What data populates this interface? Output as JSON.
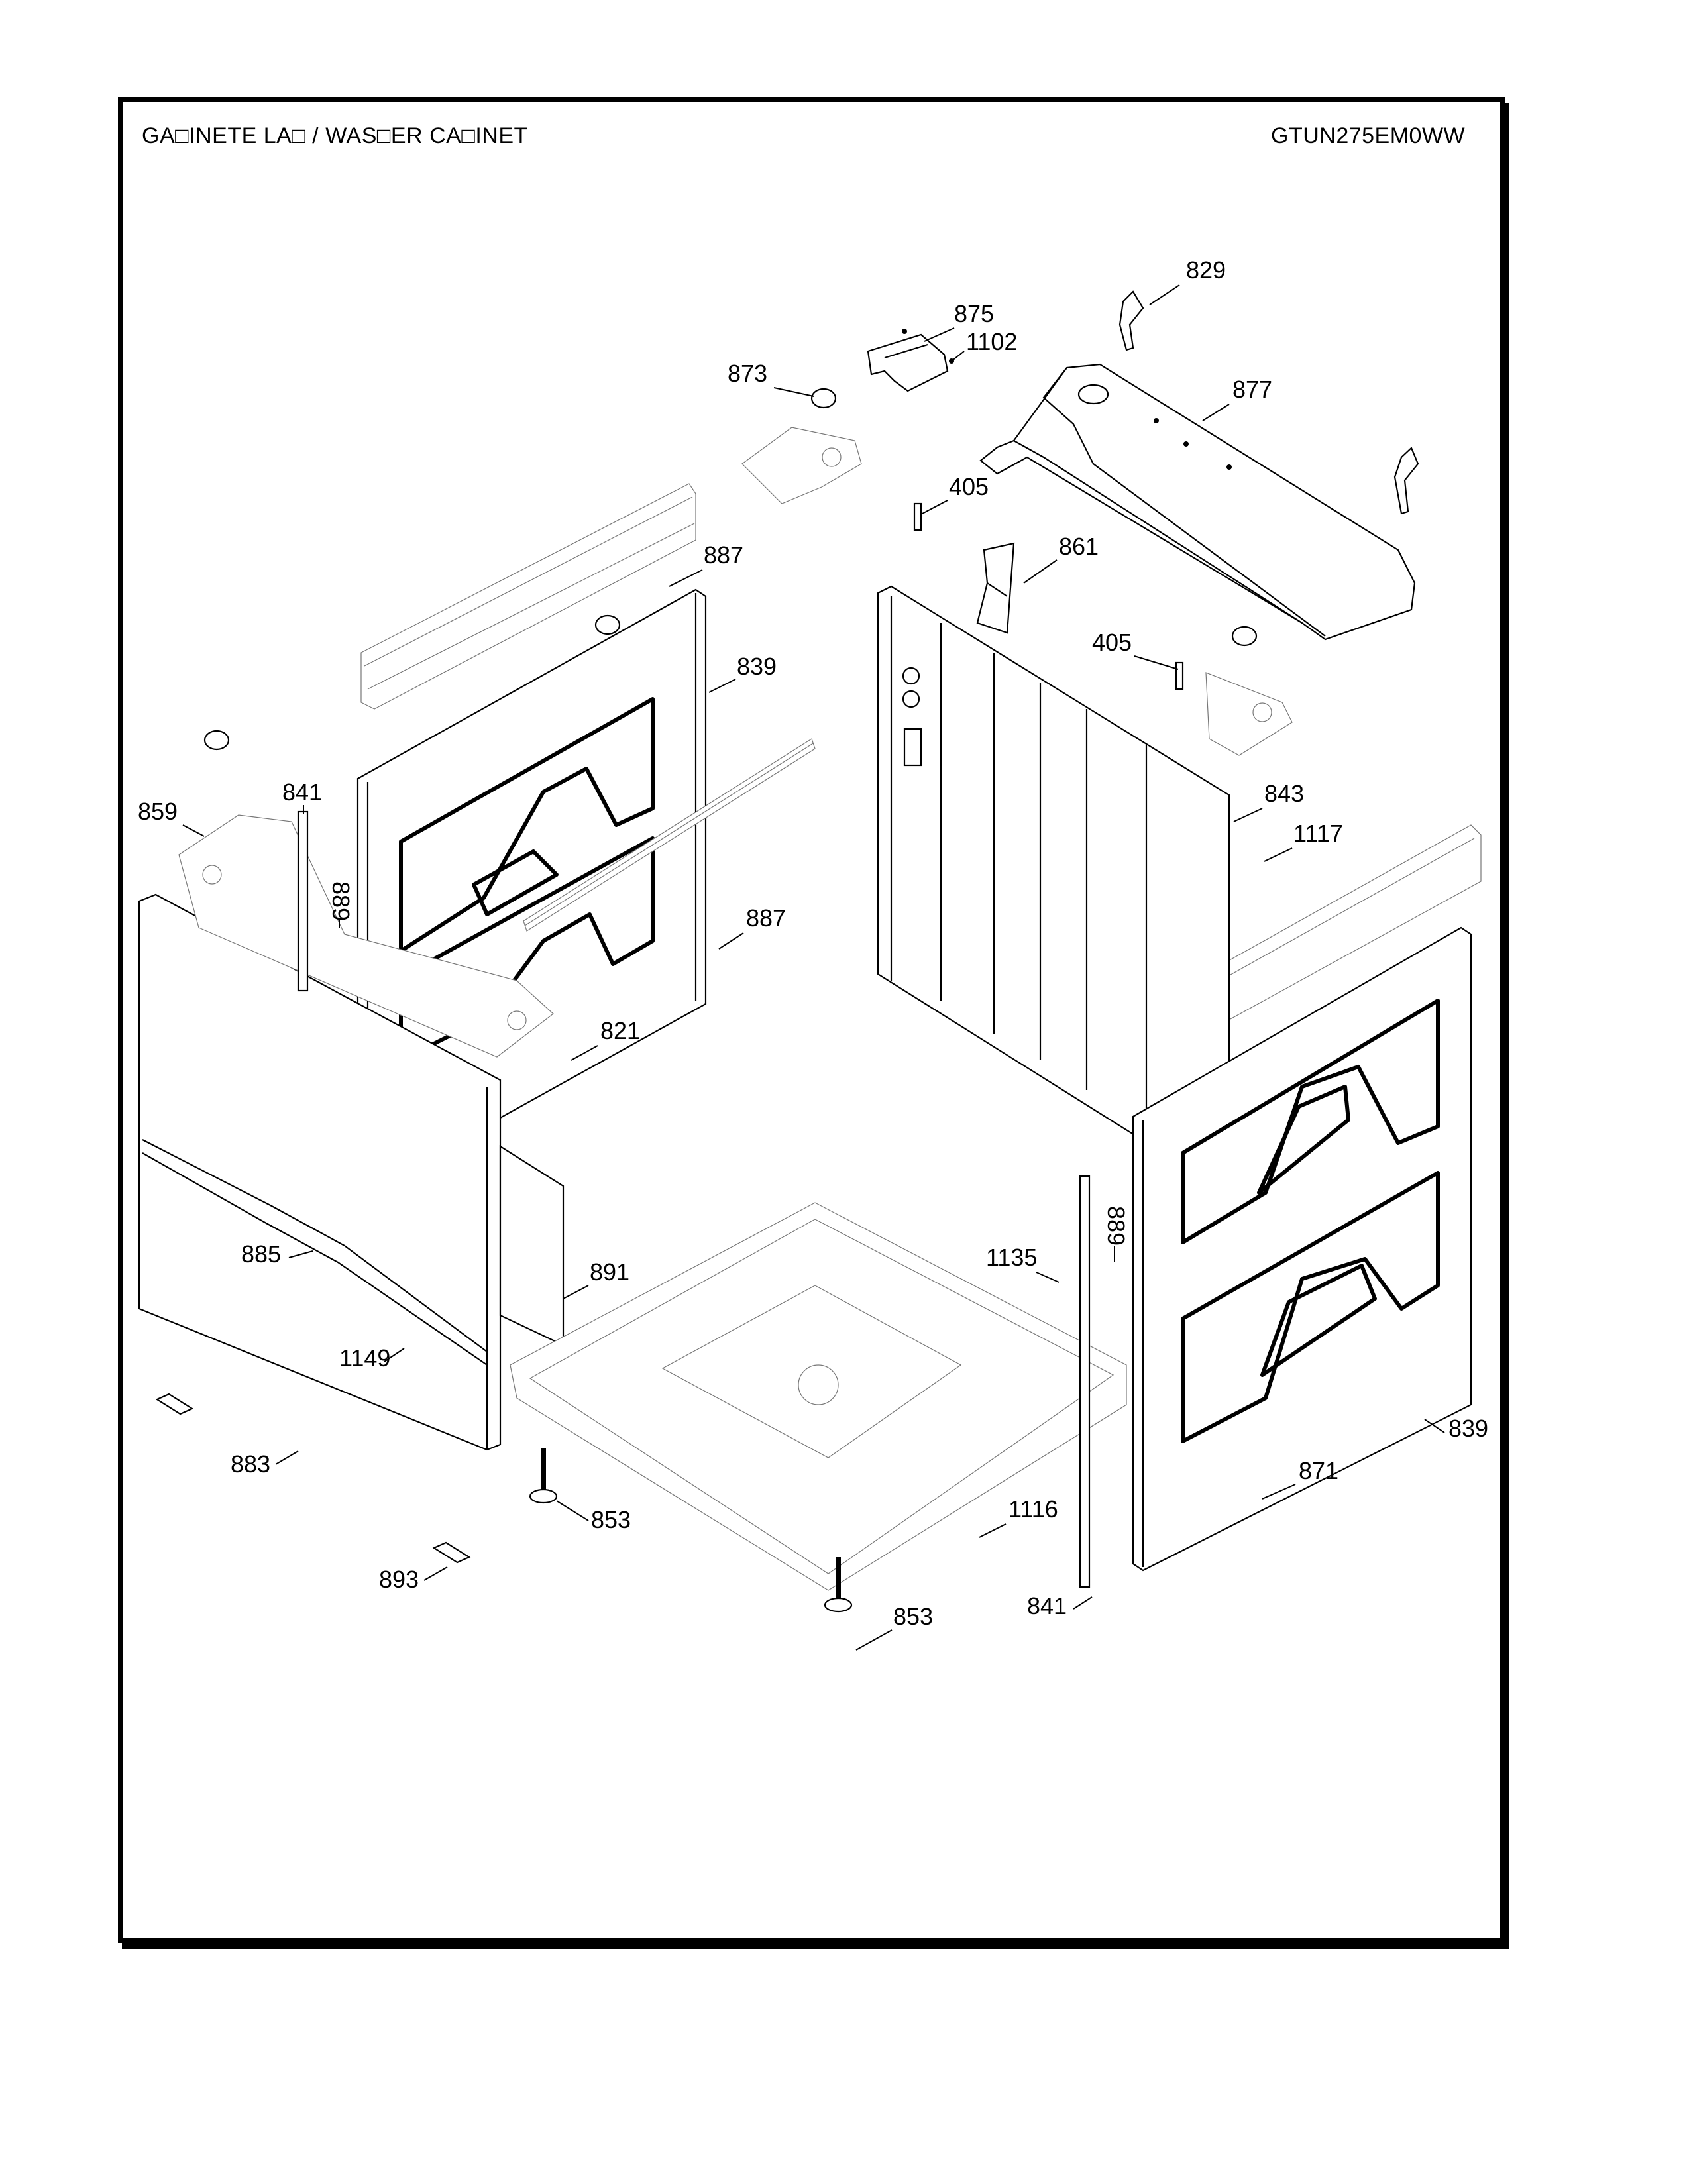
{
  "header": {
    "title": "GA□INETE LA□ / WAS□ER CA□INET",
    "model": "GTUN275EM0WW"
  },
  "diagram": {
    "type": "exploded-parts-view",
    "subject": "Washer cabinet",
    "callouts": [
      {
        "id": "829",
        "label": "829"
      },
      {
        "id": "875",
        "label": "875"
      },
      {
        "id": "1102",
        "label": "1102"
      },
      {
        "id": "873",
        "label": "873"
      },
      {
        "id": "877",
        "label": "877"
      },
      {
        "id": "405a",
        "label": "405"
      },
      {
        "id": "861",
        "label": "861"
      },
      {
        "id": "887a",
        "label": "887"
      },
      {
        "id": "839a",
        "label": "839"
      },
      {
        "id": "405b",
        "label": "405"
      },
      {
        "id": "841a",
        "label": "841"
      },
      {
        "id": "859",
        "label": "859"
      },
      {
        "id": "889a",
        "label": "889"
      },
      {
        "id": "843",
        "label": "843"
      },
      {
        "id": "1117",
        "label": "1117"
      },
      {
        "id": "887b",
        "label": "887"
      },
      {
        "id": "821",
        "label": "821"
      },
      {
        "id": "885",
        "label": "885"
      },
      {
        "id": "891",
        "label": "891"
      },
      {
        "id": "1135",
        "label": "1135"
      },
      {
        "id": "889b",
        "label": "889"
      },
      {
        "id": "1149",
        "label": "1149"
      },
      {
        "id": "839b",
        "label": "839"
      },
      {
        "id": "883",
        "label": "883"
      },
      {
        "id": "853a",
        "label": "853"
      },
      {
        "id": "871",
        "label": "871"
      },
      {
        "id": "1116",
        "label": "1116"
      },
      {
        "id": "893",
        "label": "893"
      },
      {
        "id": "841b",
        "label": "841"
      },
      {
        "id": "853b",
        "label": "853"
      }
    ]
  }
}
